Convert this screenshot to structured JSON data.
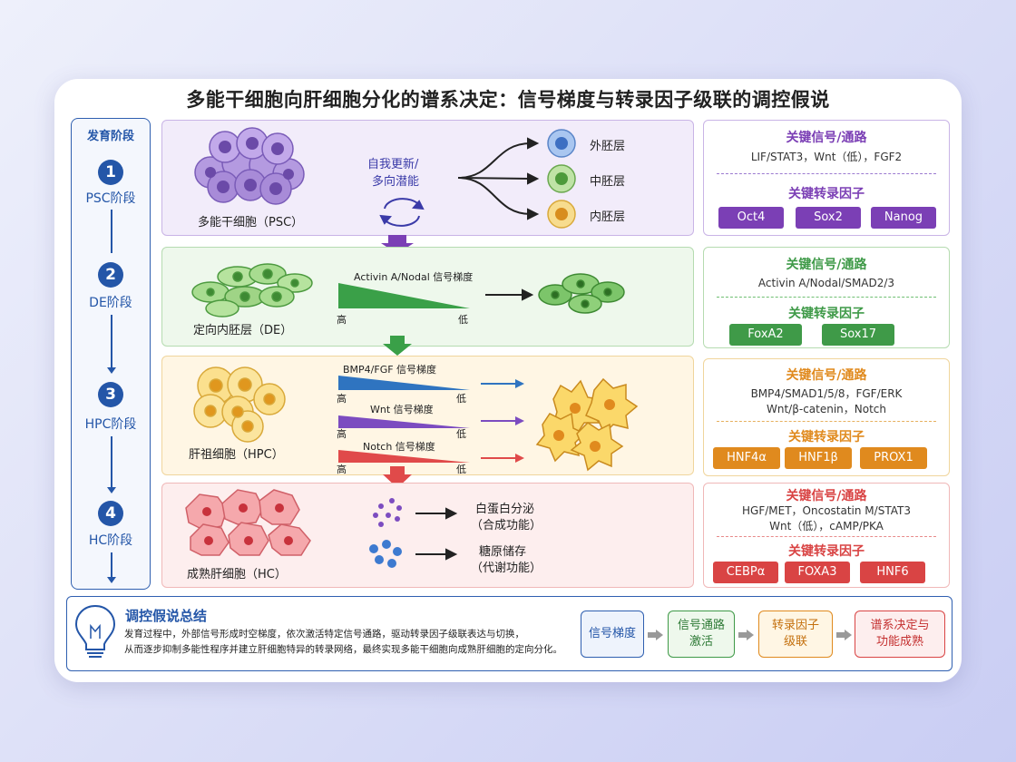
{
  "title": "多能干细胞向肝细胞分化的谱系决定：信号梯度与转录因子级联的调控假说",
  "stages": {
    "header": "发育阶段",
    "items": [
      {
        "num": "1",
        "label": "PSC阶段"
      },
      {
        "num": "2",
        "label": "DE阶段"
      },
      {
        "num": "3",
        "label": "HPC阶段"
      },
      {
        "num": "4",
        "label": "HC阶段"
      }
    ]
  },
  "psc": {
    "cell_label": "多能干细胞（PSC）",
    "self_renew": "自我更新/",
    "multi_potent": "多向潜能",
    "outputs": [
      "外胚层",
      "中胚层",
      "内胚层"
    ]
  },
  "de": {
    "cell_label": "定向内胚层（DE）",
    "gradient_label": "Activin A/Nodal 信号梯度",
    "high": "高",
    "low": "低"
  },
  "hpc": {
    "cell_label": "肝祖细胞（HPC）",
    "gradients": [
      {
        "label": "BMP4/FGF 信号梯度",
        "high": "高",
        "low": "低",
        "color": "#2f74c0"
      },
      {
        "label": "Wnt 信号梯度",
        "high": "高",
        "low": "低",
        "color": "#7c4cc0"
      },
      {
        "label": "Notch 信号梯度",
        "high": "高",
        "low": "低",
        "color": "#e04a4a"
      }
    ]
  },
  "hc": {
    "cell_label": "成熟肝细胞（HC）",
    "outputs": [
      {
        "line1": "白蛋白分泌",
        "line2": "（合成功能）"
      },
      {
        "line1": "糖原储存",
        "line2": "（代谢功能）"
      }
    ]
  },
  "right": [
    {
      "signal_title": "关键信号/通路",
      "signal_text": [
        "LIF/STAT3，Wnt（低），FGF2"
      ],
      "tf_title": "关键转录因子",
      "tfs": [
        "Oct4",
        "Sox2",
        "Nanog"
      ],
      "color": "#7b3fb5"
    },
    {
      "signal_title": "关键信号/通路",
      "signal_text": [
        "Activin A/Nodal/SMAD2/3"
      ],
      "tf_title": "关键转录因子",
      "tfs": [
        "FoxA2",
        "Sox17"
      ],
      "color": "#3f9a48"
    },
    {
      "signal_title": "关键信号/通路",
      "signal_text": [
        "BMP4/SMAD1/5/8，FGF/ERK",
        "Wnt/β-catenin，Notch"
      ],
      "tf_title": "关键转录因子",
      "tfs": [
        "HNF4α",
        "HNF1β",
        "PROX1"
      ],
      "color": "#e08a1e"
    },
    {
      "signal_title": "关键信号/通路",
      "signal_text": [
        "HGF/MET，Oncostatin M/STAT3",
        "Wnt（低），cAMP/PKA"
      ],
      "tf_title": "关键转录因子",
      "tfs": [
        "CEBPα",
        "FOXA3",
        "HNF6"
      ],
      "color": "#d94444"
    }
  ],
  "summary": {
    "title": "调控假说总结",
    "line1": "发育过程中，外部信号形成时空梯度，依次激活特定信号通路，驱动转录因子级联表达与切换，",
    "line2": "从而逐步抑制多能性程序并建立肝细胞特异的转录网络，最终实现多能干细胞向成熟肝细胞的定向分化。",
    "flow": [
      {
        "l1": "信号梯度",
        "l2": ""
      },
      {
        "l1": "信号通路",
        "l2": "激活"
      },
      {
        "l1": "转录因子",
        "l2": "级联"
      },
      {
        "l1": "谱系决定与",
        "l2": "功能成熟"
      }
    ]
  }
}
